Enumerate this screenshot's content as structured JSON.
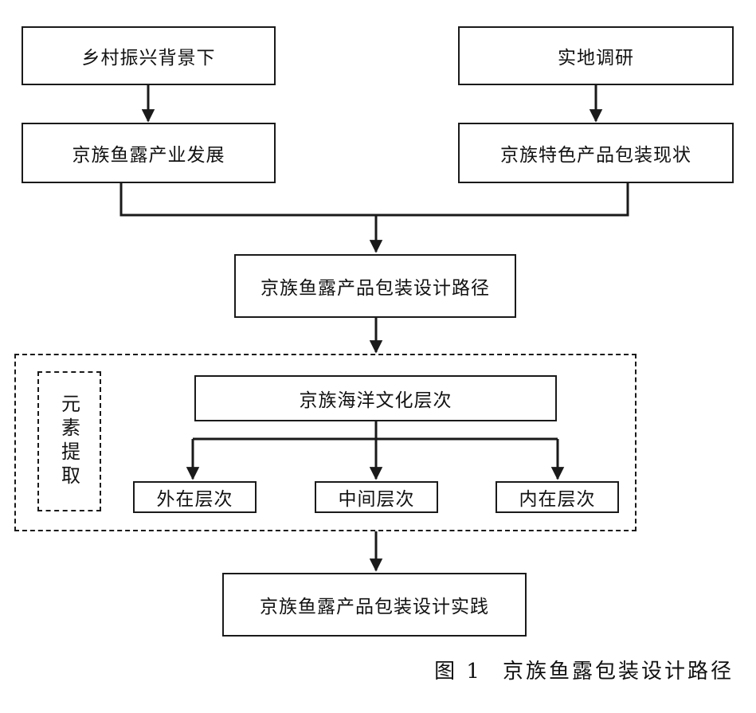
{
  "nodes": {
    "rural_revitalization": "乡村振兴背景下",
    "field_research": "实地调研",
    "industry_development": "京族鱼露产业发展",
    "packaging_status": "京族特色产品包装现状",
    "design_path": "京族鱼露产品包装设计路径",
    "culture_levels": "京族海洋文化层次",
    "outer_level": "外在层次",
    "middle_level": "中间层次",
    "inner_level": "内在层次",
    "design_practice": "京族鱼露产品包装设计实践"
  },
  "side_label": "元素提取",
  "caption": {
    "figure_number": "图 1",
    "title": "京族鱼露包装设计路径"
  }
}
